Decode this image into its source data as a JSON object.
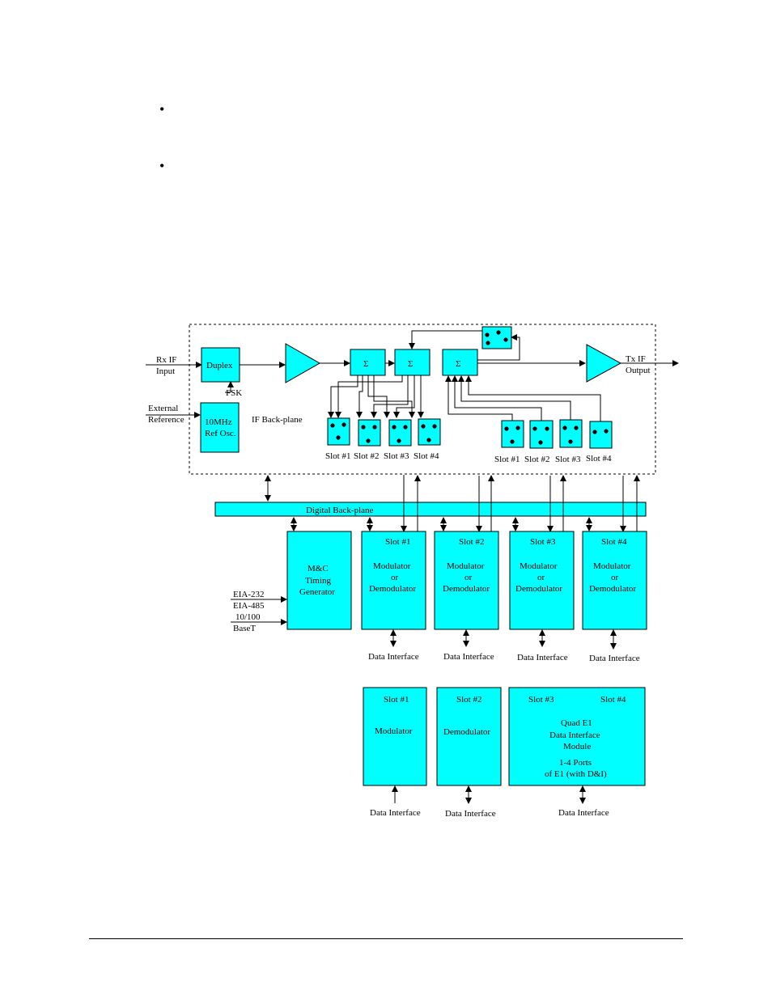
{
  "bullets": [
    "•",
    "•"
  ],
  "diagram": {
    "rx_if": [
      "Rx IF",
      "Input"
    ],
    "tx_if": [
      "Tx IF",
      "Output"
    ],
    "external_ref": [
      "External",
      "Reference"
    ],
    "duplex": "Duplex",
    "fsk": "FSK",
    "ref_osc": [
      "10MHz",
      "Ref Osc."
    ],
    "if_backplane": "IF Back-plane",
    "sigma": "Σ",
    "rx_slots": [
      "Slot #1",
      "Slot #2",
      "Slot #3",
      "Slot #4"
    ],
    "tx_slots": [
      "Slot #1",
      "Slot #2",
      "Slot #3",
      "Slot #4"
    ],
    "digital_backplane": "Digital Back-plane",
    "mc_block": [
      "M&C",
      "Timing",
      "Generator"
    ],
    "mc_ports": [
      "EIA-232",
      "EIA-485",
      "10/100",
      "BaseT"
    ],
    "modem_slots": [
      {
        "slot": "Slot #1",
        "lines": [
          "Modulator",
          "or",
          "Demodulator"
        ],
        "iface": "Data Interface"
      },
      {
        "slot": "Slot #2",
        "lines": [
          "Modulator",
          "or",
          "Demodulator"
        ],
        "iface": "Data Interface"
      },
      {
        "slot": "Slot #3",
        "lines": [
          "Modulator",
          "or",
          "Demodulator"
        ],
        "iface": "Data Interface"
      },
      {
        "slot": "Slot #4",
        "lines": [
          "Modulator",
          "or",
          "Demodulator"
        ],
        "iface": "Data Interface"
      }
    ],
    "example": {
      "slot1": {
        "slot": "Slot #1",
        "label": "Modulator",
        "iface": "Data Interface"
      },
      "slot2": {
        "slot": "Slot #2",
        "label": "Demodulator",
        "iface": "Data Interface"
      },
      "slot34": {
        "slot_a": "Slot #3",
        "slot_b": "Slot #4",
        "lines": [
          "Quad E1",
          "Data Interface",
          "Module"
        ],
        "ports": [
          "1-4 Ports",
          "of E1 (with D&I)"
        ],
        "iface": "Data Interface"
      }
    }
  }
}
